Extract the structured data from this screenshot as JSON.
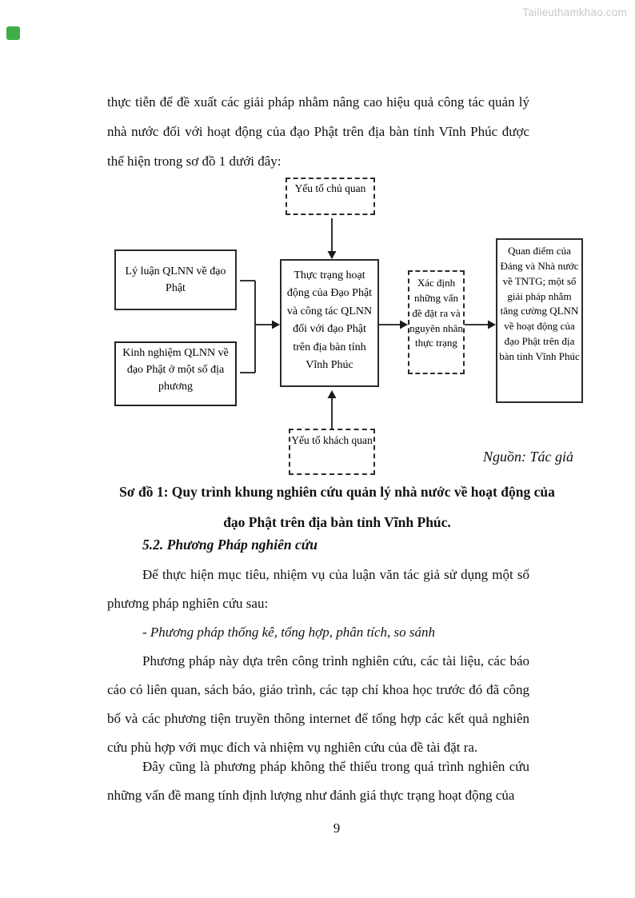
{
  "watermark": "Tailieuthamkhao.com",
  "corner_icon": {
    "name": "green-badge",
    "color": "#3fae49"
  },
  "intro_paragraph": "thực tiễn để đề xuất các giải pháp nhằm nâng cao hiệu quả công tác quản lý nhà nước đối với hoạt động của đạo Phật trên địa bàn tỉnh Vĩnh Phúc được thể hiện trong sơ đồ 1 dưới đây:",
  "diagram": {
    "boxes": {
      "subjective": "Yếu tố chủ quan",
      "theory": "Lý luận QLNN về đạo Phật",
      "experience": "Kinh nghiệm QLNN về đạo Phật ở một số địa phương",
      "reality": "Thực trạng hoạt động của Đạo Phật và công tác QLNN đối với đạo Phật trên địa bàn tỉnh Vĩnh Phúc",
      "issues": "Xác định những vấn đề đặt ra và nguyên nhân thực trạng",
      "viewpoint": "Quan điểm của Đảng và Nhà nước về TNTG; một số giải pháp nhằm tăng cường QLNN về hoạt động của đạo Phật trên địa bàn tỉnh Vĩnh Phúc",
      "objective": "Yếu tố khách quan"
    },
    "source": "Nguồn: Tác giả"
  },
  "caption": {
    "line1": "Sơ đồ 1: Quy trình khung nghiên cứu quản lý nhà nước về hoạt động của",
    "line2": "đạo Phật trên địa bàn tỉnh Vĩnh Phúc."
  },
  "section_heading": "5.2. Phương Pháp nghiên cứu",
  "paragraphs": {
    "p2": "Để thực hiện mục tiêu, nhiệm vụ của luận văn tác giả sử dụng một số phương pháp nghiên cứu sau:",
    "method_item": "- Phương pháp thống kê, tổng hợp, phân tích, so sánh",
    "p3": "Phương pháp này dựa trên công trình nghiên cứu, các tài liệu, các báo cáo có liên quan, sách báo, giáo trình, các tạp chí khoa học trước đó đã công bố và các phương tiện truyền thông internet để tổng hợp các kết quả nghiên cứu phù hợp với mục đích và nhiệm vụ nghiên cứu của đề tài đặt ra.",
    "p4": "Đây cũng là phương pháp không thể thiếu trong quá trình nghiên cứu những vấn đề mang tính định lượng như đánh giá thực trạng hoạt động của"
  },
  "page_number": "9"
}
